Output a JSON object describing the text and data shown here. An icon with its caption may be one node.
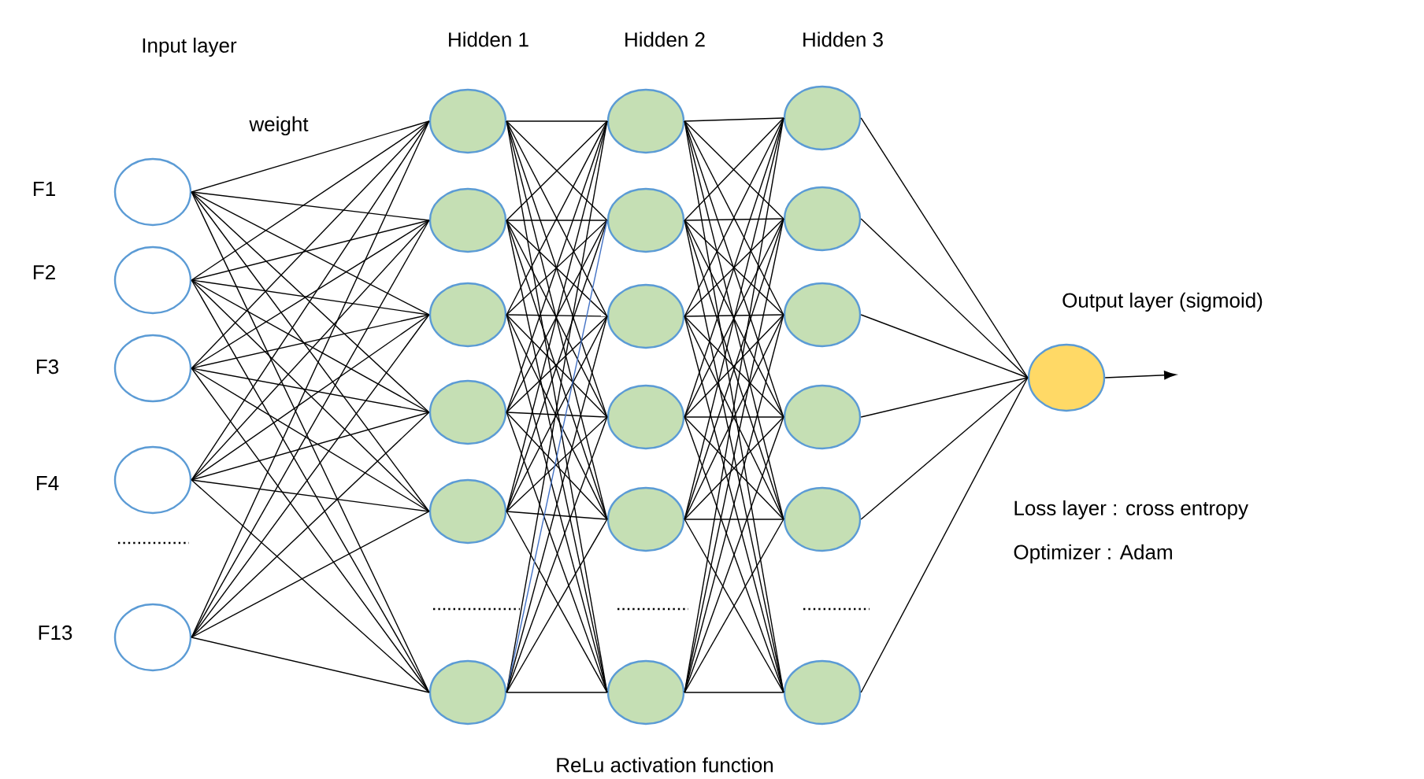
{
  "diagram": {
    "nodes": [
      {
        "text": [],
        "shape": "circle",
        "beside": [
          "F1"
        ]
      },
      {
        "text": [],
        "shape": "circle",
        "beside": [
          "F2"
        ]
      },
      {
        "text": [],
        "shape": "circle",
        "beside": [
          "F3"
        ]
      },
      {
        "text": [],
        "shape": "circle",
        "beside": [
          "F4"
        ]
      },
      {
        "text": [],
        "shape": "circle",
        "beside": [
          "F13"
        ]
      },
      {
        "text": [],
        "shape": "circle"
      },
      {
        "text": [],
        "shape": "circle"
      },
      {
        "text": [],
        "shape": "circle"
      },
      {
        "text": [],
        "shape": "circle"
      },
      {
        "text": [],
        "shape": "circle"
      },
      {
        "text": [],
        "shape": "circle"
      },
      {
        "text": [],
        "shape": "circle"
      },
      {
        "text": [],
        "shape": "circle"
      },
      {
        "text": [],
        "shape": "circle"
      },
      {
        "text": [],
        "shape": "circle"
      },
      {
        "text": [],
        "shape": "circle"
      },
      {
        "text": [],
        "shape": "circle"
      },
      {
        "text": [],
        "shape": "circle"
      },
      {
        "text": [],
        "shape": "circle"
      },
      {
        "text": [],
        "shape": "circle"
      },
      {
        "text": [],
        "shape": "circle"
      },
      {
        "text": [],
        "shape": "circle"
      },
      {
        "text": [],
        "shape": "circle"
      },
      {
        "text": [],
        "shape": "circle",
        "beside": [
          "Output layer (sigmoid)"
        ]
      }
    ],
    "edges": [
      {
        "from": 0,
        "to": 5,
        "arrow": "none"
      },
      {
        "from": 0,
        "to": 6,
        "arrow": "none"
      },
      {
        "from": 0,
        "to": 7,
        "arrow": "none"
      },
      {
        "from": 0,
        "to": 8,
        "arrow": "none"
      },
      {
        "from": 0,
        "to": 9,
        "arrow": "none"
      },
      {
        "from": 0,
        "to": 10,
        "arrow": "none"
      },
      {
        "from": 1,
        "to": 5,
        "arrow": "none"
      },
      {
        "from": 1,
        "to": 6,
        "arrow": "none"
      },
      {
        "from": 1,
        "to": 7,
        "arrow": "none"
      },
      {
        "from": 1,
        "to": 8,
        "arrow": "none"
      },
      {
        "from": 1,
        "to": 9,
        "arrow": "none"
      },
      {
        "from": 1,
        "to": 10,
        "arrow": "none"
      },
      {
        "from": 2,
        "to": 5,
        "arrow": "none"
      },
      {
        "from": 2,
        "to": 6,
        "arrow": "none"
      },
      {
        "from": 2,
        "to": 7,
        "arrow": "none"
      },
      {
        "from": 2,
        "to": 8,
        "arrow": "none"
      },
      {
        "from": 2,
        "to": 9,
        "arrow": "none"
      },
      {
        "from": 2,
        "to": 10,
        "arrow": "none"
      },
      {
        "from": 3,
        "to": 5,
        "arrow": "none"
      },
      {
        "from": 3,
        "to": 6,
        "arrow": "none"
      },
      {
        "from": 3,
        "to": 7,
        "arrow": "none"
      },
      {
        "from": 3,
        "to": 8,
        "arrow": "none"
      },
      {
        "from": 3,
        "to": 9,
        "arrow": "none"
      },
      {
        "from": 3,
        "to": 10,
        "arrow": "none"
      },
      {
        "from": 4,
        "to": 5,
        "arrow": "none"
      },
      {
        "from": 4,
        "to": 6,
        "arrow": "none"
      },
      {
        "from": 4,
        "to": 7,
        "arrow": "none"
      },
      {
        "from": 4,
        "to": 8,
        "arrow": "none"
      },
      {
        "from": 4,
        "to": 9,
        "arrow": "none"
      },
      {
        "from": 4,
        "to": 10,
        "arrow": "none"
      },
      {
        "from": 5,
        "to": 11,
        "arrow": "none"
      },
      {
        "from": 5,
        "to": 12,
        "arrow": "none"
      },
      {
        "from": 5,
        "to": 13,
        "arrow": "none"
      },
      {
        "from": 5,
        "to": 14,
        "arrow": "none"
      },
      {
        "from": 5,
        "to": 15,
        "arrow": "none"
      },
      {
        "from": 5,
        "to": 16,
        "arrow": "none"
      },
      {
        "from": 6,
        "to": 11,
        "arrow": "none"
      },
      {
        "from": 6,
        "to": 12,
        "arrow": "none"
      },
      {
        "from": 6,
        "to": 13,
        "arrow": "none"
      },
      {
        "from": 6,
        "to": 14,
        "arrow": "none"
      },
      {
        "from": 6,
        "to": 15,
        "arrow": "none"
      },
      {
        "from": 6,
        "to": 16,
        "arrow": "none"
      },
      {
        "from": 7,
        "to": 11,
        "arrow": "none"
      },
      {
        "from": 7,
        "to": 12,
        "arrow": "none"
      },
      {
        "from": 7,
        "to": 13,
        "arrow": "none"
      },
      {
        "from": 7,
        "to": 14,
        "arrow": "none"
      },
      {
        "from": 7,
        "to": 15,
        "arrow": "none"
      },
      {
        "from": 7,
        "to": 16,
        "arrow": "none"
      },
      {
        "from": 8,
        "to": 11,
        "arrow": "none"
      },
      {
        "from": 8,
        "to": 12,
        "arrow": "none"
      },
      {
        "from": 8,
        "to": 13,
        "arrow": "none"
      },
      {
        "from": 8,
        "to": 14,
        "arrow": "none"
      },
      {
        "from": 8,
        "to": 15,
        "arrow": "none"
      },
      {
        "from": 8,
        "to": 16,
        "arrow": "none"
      },
      {
        "from": 9,
        "to": 11,
        "arrow": "none"
      },
      {
        "from": 9,
        "to": 12,
        "arrow": "none"
      },
      {
        "from": 9,
        "to": 13,
        "arrow": "none"
      },
      {
        "from": 9,
        "to": 14,
        "arrow": "none"
      },
      {
        "from": 9,
        "to": 15,
        "arrow": "none"
      },
      {
        "from": 9,
        "to": 16,
        "arrow": "none"
      },
      {
        "from": 10,
        "to": 11,
        "arrow": "none"
      },
      {
        "from": 10,
        "to": 12,
        "arrow": "none",
        "color": "#4472c4"
      },
      {
        "from": 10,
        "to": 13,
        "arrow": "none"
      },
      {
        "from": 10,
        "to": 14,
        "arrow": "none"
      },
      {
        "from": 10,
        "to": 15,
        "arrow": "none"
      },
      {
        "from": 10,
        "to": 16,
        "arrow": "none"
      },
      {
        "from": 11,
        "to": 17,
        "arrow": "none"
      },
      {
        "from": 11,
        "to": 18,
        "arrow": "none"
      },
      {
        "from": 11,
        "to": 19,
        "arrow": "none"
      },
      {
        "from": 11,
        "to": 20,
        "arrow": "none"
      },
      {
        "from": 11,
        "to": 21,
        "arrow": "none"
      },
      {
        "from": 11,
        "to": 22,
        "arrow": "none"
      },
      {
        "from": 12,
        "to": 17,
        "arrow": "none"
      },
      {
        "from": 12,
        "to": 18,
        "arrow": "none"
      },
      {
        "from": 12,
        "to": 19,
        "arrow": "none"
      },
      {
        "from": 12,
        "to": 20,
        "arrow": "none"
      },
      {
        "from": 12,
        "to": 21,
        "arrow": "none"
      },
      {
        "from": 12,
        "to": 22,
        "arrow": "none"
      },
      {
        "from": 13,
        "to": 17,
        "arrow": "none"
      },
      {
        "from": 13,
        "to": 18,
        "arrow": "none"
      },
      {
        "from": 13,
        "to": 19,
        "arrow": "none"
      },
      {
        "from": 13,
        "to": 20,
        "arrow": "none"
      },
      {
        "from": 13,
        "to": 21,
        "arrow": "none"
      },
      {
        "from": 13,
        "to": 22,
        "arrow": "none"
      },
      {
        "from": 14,
        "to": 17,
        "arrow": "none"
      },
      {
        "from": 14,
        "to": 18,
        "arrow": "none"
      },
      {
        "from": 14,
        "to": 19,
        "arrow": "none"
      },
      {
        "from": 14,
        "to": 20,
        "arrow": "none"
      },
      {
        "from": 14,
        "to": 21,
        "arrow": "none"
      },
      {
        "from": 14,
        "to": 22,
        "arrow": "none"
      },
      {
        "from": 15,
        "to": 17,
        "arrow": "none"
      },
      {
        "from": 15,
        "to": 18,
        "arrow": "none"
      },
      {
        "from": 15,
        "to": 19,
        "arrow": "none"
      },
      {
        "from": 15,
        "to": 20,
        "arrow": "none"
      },
      {
        "from": 15,
        "to": 21,
        "arrow": "none"
      },
      {
        "from": 15,
        "to": 22,
        "arrow": "none"
      },
      {
        "from": 16,
        "to": 17,
        "arrow": "none"
      },
      {
        "from": 16,
        "to": 18,
        "arrow": "none"
      },
      {
        "from": 16,
        "to": 19,
        "arrow": "none"
      },
      {
        "from": 16,
        "to": 20,
        "arrow": "none"
      },
      {
        "from": 16,
        "to": 21,
        "arrow": "none"
      },
      {
        "from": 16,
        "to": 22,
        "arrow": "none"
      },
      {
        "from": 17,
        "to": 23,
        "arrow": "none"
      },
      {
        "from": 18,
        "to": 23,
        "arrow": "none"
      },
      {
        "from": 19,
        "to": 23,
        "arrow": "none"
      },
      {
        "from": 20,
        "to": 23,
        "arrow": "none"
      },
      {
        "from": 21,
        "to": 23,
        "arrow": "none"
      },
      {
        "from": 22,
        "to": 23,
        "arrow": "none"
      },
      {
        "from": 23,
        "to": null,
        "arrow": "to"
      }
    ],
    "labels": [
      "Input layer",
      "Hidden 1",
      "Hidden 2",
      "Hidden 3",
      "weight",
      "Loss layer : cross entropy",
      "Optimizer : Adam",
      "ReLu activation function"
    ]
  }
}
